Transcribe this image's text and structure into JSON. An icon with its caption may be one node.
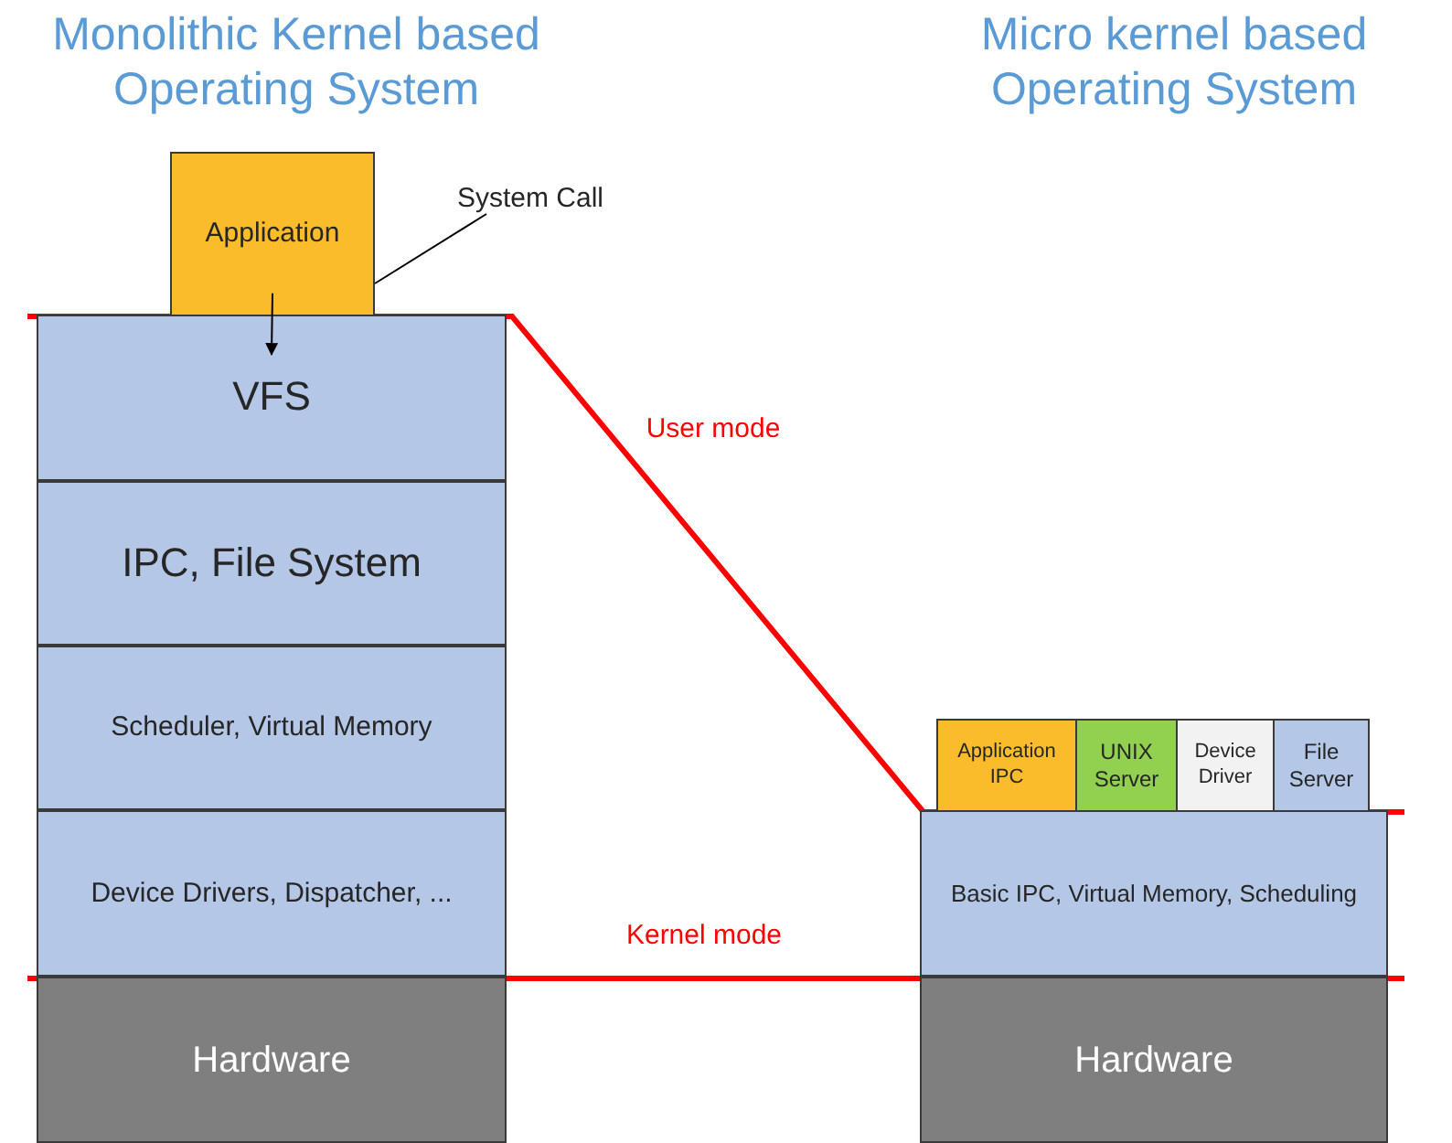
{
  "diagram": {
    "nodes": [
      {
        "text": [
          "Application"
        ]
      },
      {
        "text": [
          "System Call"
        ]
      },
      {
        "text": [
          "VFS"
        ]
      },
      {
        "text": [
          "IPC, File System"
        ]
      },
      {
        "text": [
          "Scheduler, Virtual Memory"
        ]
      },
      {
        "text": [
          "Device Drivers, Dispatcher, ..."
        ]
      },
      {
        "text": [
          "Hardware"
        ]
      },
      {
        "text": [
          "Application IPC"
        ]
      },
      {
        "text": [
          "UNIX Server"
        ]
      },
      {
        "text": [
          "Device Driver"
        ]
      },
      {
        "text": [
          "File Server"
        ]
      },
      {
        "text": [
          "Basic IPC, Virtual Memory, Scheduling"
        ]
      },
      {
        "text": [
          "Hardware"
        ]
      }
    ],
    "edges": [
      {
        "from": 1,
        "to": 0,
        "arrow": "none"
      },
      {
        "from": 0,
        "to": 2,
        "arrow": "to"
      }
    ],
    "labels": [
      "Monolithic Kernel based Operating System",
      "Micro kernel based Operating System",
      "User mode",
      "Kernel mode"
    ]
  }
}
